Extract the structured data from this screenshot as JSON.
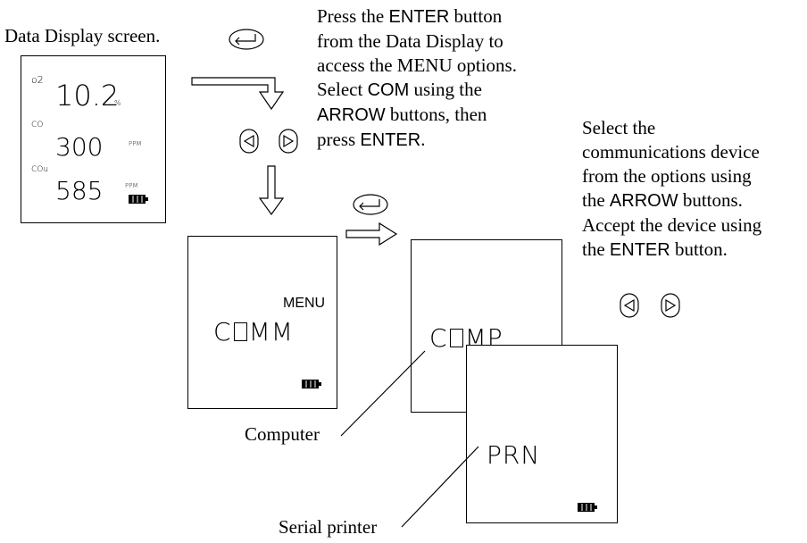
{
  "captions": {
    "data_display": "Data Display screen.",
    "computer": "Computer",
    "serial_printer": "Serial printer"
  },
  "instruction_1": {
    "line1": {
      "pre": "Press the ",
      "kw": "ENTER",
      "post": " button"
    },
    "line2": "from the Data Display to",
    "line3": "access the MENU options.",
    "line4": {
      "pre": "Select ",
      "kw": "COM",
      "post": " using the"
    },
    "line5": {
      "pre": "",
      "kw": "ARROW",
      "post": " buttons, then"
    },
    "line6": {
      "pre": "press ",
      "kw": "ENTER",
      "post": "."
    }
  },
  "instruction_2": {
    "line1": "Select the",
    "line2": "communications device",
    "line3": "from the options using",
    "line4": {
      "pre": "the ",
      "kw": "ARROW",
      "post": " buttons."
    },
    "line5": "Accept the device using",
    "line6": {
      "pre": "the ",
      "kw": "ENTER",
      "post": " button."
    }
  },
  "data_screen": {
    "o2_label": "o2",
    "o2_value": "10.2",
    "o2_unit": "%",
    "co_label": "CO",
    "co_value": "300",
    "co_unit": "PPM",
    "cou_label": "COu",
    "cou_value": "585",
    "cou_unit": "PPM"
  },
  "menu_screen": {
    "title": "MENU",
    "option_c": "C",
    "option_rest": "MM"
  },
  "comp_screen": {
    "option_c": "C",
    "option_rest": "MP"
  },
  "prn_screen": {
    "option": "PRN"
  },
  "icons": [
    "enter-button-icon",
    "left-arrow-button-icon",
    "right-arrow-button-icon",
    "flow-arrow-icon",
    "battery-icon"
  ]
}
